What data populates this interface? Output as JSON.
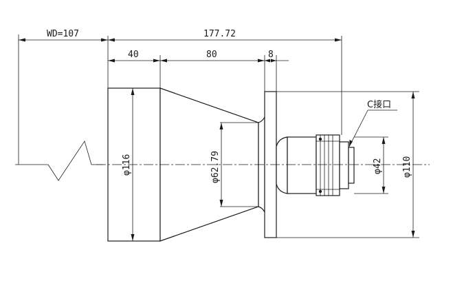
{
  "dimensions": {
    "wd": "WD=107",
    "total_length": "177.72",
    "front_length": "40",
    "cone_length": "80",
    "flange_thickness": "8",
    "front_diameter": "φ116",
    "cone_diameter": "φ62.79",
    "mount_diameter": "φ42",
    "flange_diameter": "φ110"
  },
  "labels": {
    "mount": "C接口"
  }
}
